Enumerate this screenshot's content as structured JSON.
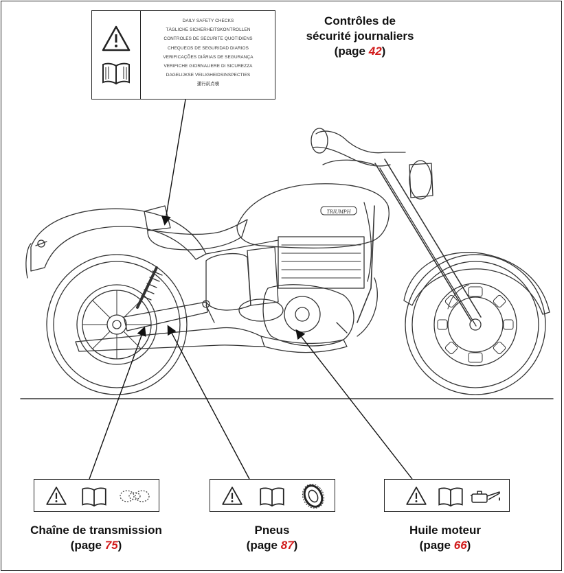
{
  "safety_label": {
    "lines": [
      "DAILY SAFETY CHECKS",
      "TÄGLICHE SICHERHEITSKONTROLLEN",
      "CONTROLES DE SECURITE QUOTIDIENS",
      "CHEQUEOS DE SEGURIDAD DIARIOS",
      "VERIFICAÇÕES DIÁRIAS DE SEGURANÇA",
      "VERIFICHE GIORNALIERE DI SICUREZZA",
      "DAGELIJKSE VEILIGHEIDSINSPECTIES",
      "運行前点検"
    ]
  },
  "callouts": {
    "daily": {
      "title_line1": "Contrôles de",
      "title_line2": "sécurité journaliers",
      "page_prefix": "(page ",
      "page_number": "42",
      "page_suffix": ")"
    },
    "chain": {
      "title": "Chaîne de transmission",
      "page_prefix": "(page ",
      "page_number": "75",
      "page_suffix": ")"
    },
    "tyres": {
      "title": "Pneus",
      "page_prefix": "(page ",
      "page_number": "87",
      "page_suffix": ")"
    },
    "oil": {
      "title": "Huile moteur",
      "page_prefix": "(page ",
      "page_number": "66",
      "page_suffix": ")"
    }
  },
  "icons": [
    "warning-triangle-icon",
    "manual-book-icon",
    "chain-icon",
    "tyre-icon",
    "oil-can-icon"
  ],
  "colors": {
    "page_number": "#d11a1a",
    "line_art": "#222222"
  }
}
